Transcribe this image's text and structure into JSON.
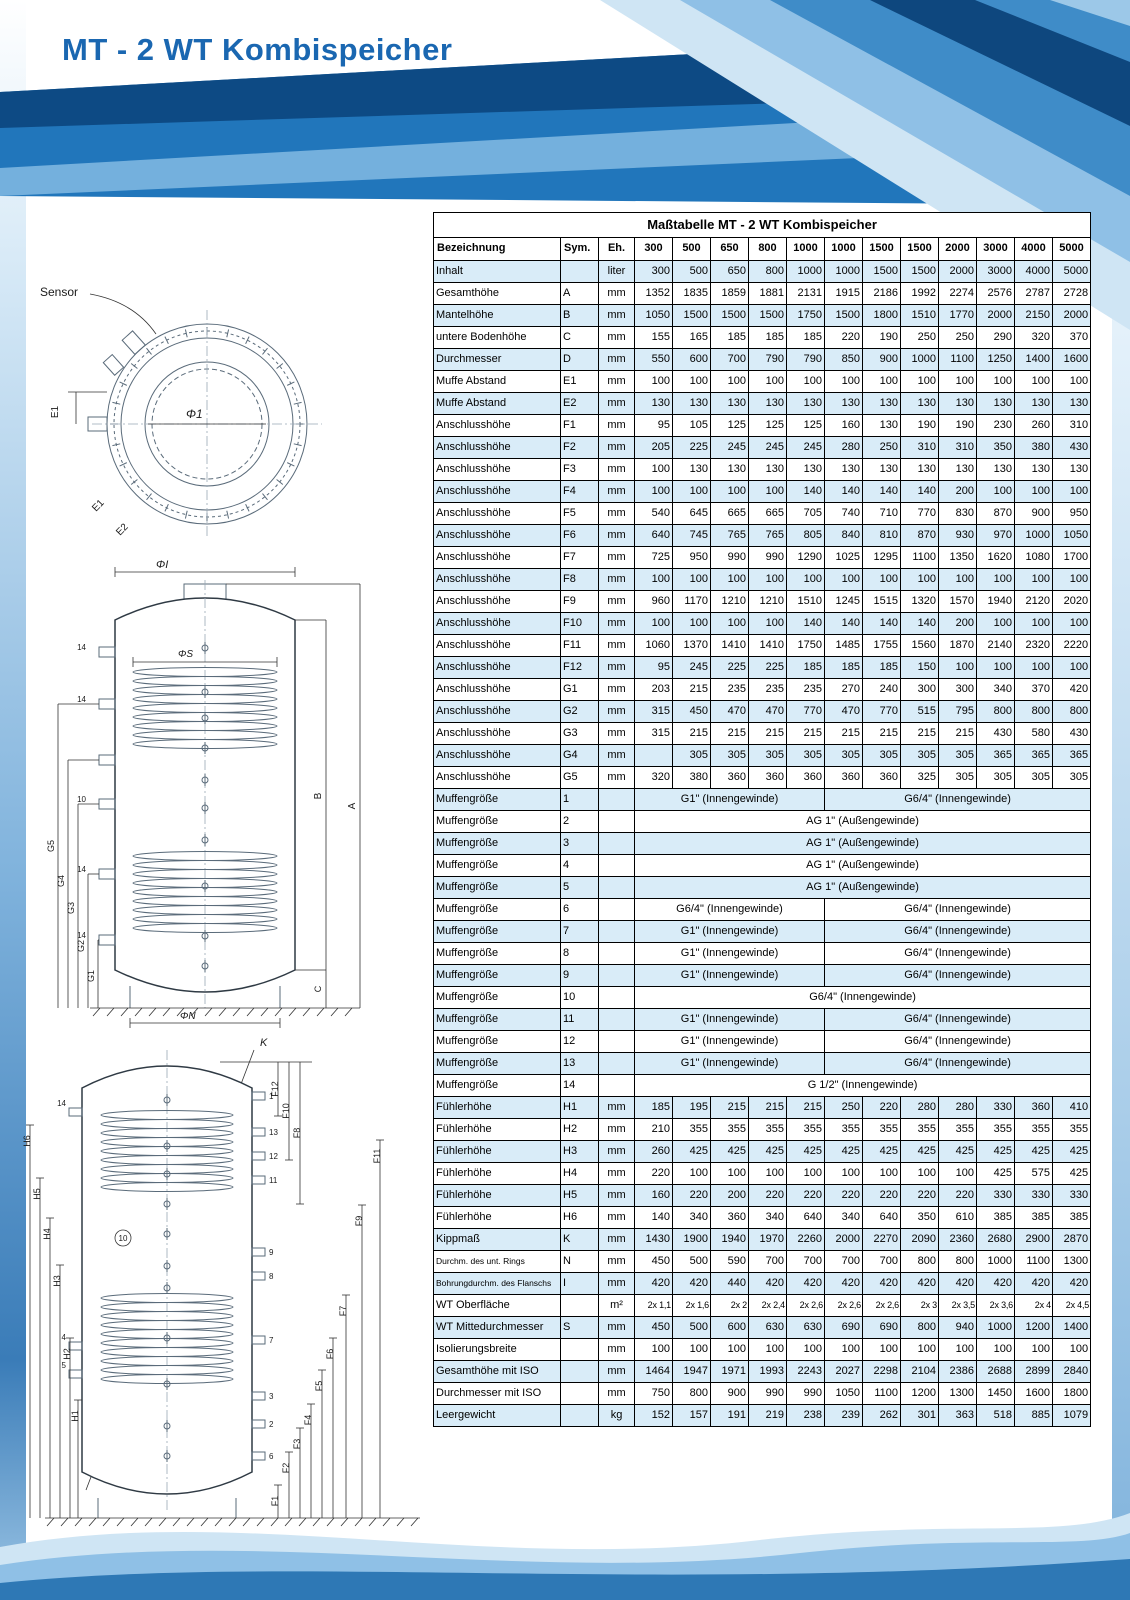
{
  "page": {
    "title": "MT - 2 WT Kombispeicher"
  },
  "table": {
    "title": "Maßtabelle MT - 2 WT Kombispeicher",
    "headers": [
      "Bezeichnung",
      "Sym.",
      "Eh.",
      "300",
      "500",
      "650",
      "800",
      "1000",
      "1000",
      "1500",
      "1500",
      "2000",
      "3000",
      "4000",
      "5000"
    ],
    "rows": [
      {
        "name": "Inhalt",
        "sym": "",
        "unit": "liter",
        "values": [
          "300",
          "500",
          "650",
          "800",
          "1000",
          "1000",
          "1500",
          "1500",
          "2000",
          "3000",
          "4000",
          "5000"
        ]
      },
      {
        "name": "Gesamthöhe",
        "sym": "A",
        "unit": "mm",
        "values": [
          "1352",
          "1835",
          "1859",
          "1881",
          "2131",
          "1915",
          "2186",
          "1992",
          "2274",
          "2576",
          "2787",
          "2728"
        ]
      },
      {
        "name": "Mantelhöhe",
        "sym": "B",
        "unit": "mm",
        "values": [
          "1050",
          "1500",
          "1500",
          "1500",
          "1750",
          "1500",
          "1800",
          "1510",
          "1770",
          "2000",
          "2150",
          "2000"
        ]
      },
      {
        "name": "untere Bodenhöhe",
        "sym": "C",
        "unit": "mm",
        "values": [
          "155",
          "165",
          "185",
          "185",
          "185",
          "220",
          "190",
          "250",
          "250",
          "290",
          "320",
          "370"
        ]
      },
      {
        "name": "Durchmesser",
        "sym": "D",
        "unit": "mm",
        "values": [
          "550",
          "600",
          "700",
          "790",
          "790",
          "850",
          "900",
          "1000",
          "1100",
          "1250",
          "1400",
          "1600"
        ]
      },
      {
        "name": "Muffe Abstand",
        "sym": "E1",
        "unit": "mm",
        "values": [
          "100",
          "100",
          "100",
          "100",
          "100",
          "100",
          "100",
          "100",
          "100",
          "100",
          "100",
          "100"
        ]
      },
      {
        "name": "Muffe Abstand",
        "sym": "E2",
        "unit": "mm",
        "values": [
          "130",
          "130",
          "130",
          "130",
          "130",
          "130",
          "130",
          "130",
          "130",
          "130",
          "130",
          "130"
        ]
      },
      {
        "name": "Anschlusshöhe",
        "sym": "F1",
        "unit": "mm",
        "values": [
          "95",
          "105",
          "125",
          "125",
          "125",
          "160",
          "130",
          "190",
          "190",
          "230",
          "260",
          "310"
        ]
      },
      {
        "name": "Anschlusshöhe",
        "sym": "F2",
        "unit": "mm",
        "values": [
          "205",
          "225",
          "245",
          "245",
          "245",
          "280",
          "250",
          "310",
          "310",
          "350",
          "380",
          "430"
        ]
      },
      {
        "name": "Anschlusshöhe",
        "sym": "F3",
        "unit": "mm",
        "values": [
          "100",
          "130",
          "130",
          "130",
          "130",
          "130",
          "130",
          "130",
          "130",
          "130",
          "130",
          "130"
        ]
      },
      {
        "name": "Anschlusshöhe",
        "sym": "F4",
        "unit": "mm",
        "values": [
          "100",
          "100",
          "100",
          "100",
          "140",
          "140",
          "140",
          "140",
          "200",
          "100",
          "100",
          "100"
        ]
      },
      {
        "name": "Anschlusshöhe",
        "sym": "F5",
        "unit": "mm",
        "values": [
          "540",
          "645",
          "665",
          "665",
          "705",
          "740",
          "710",
          "770",
          "830",
          "870",
          "900",
          "950"
        ]
      },
      {
        "name": "Anschlusshöhe",
        "sym": "F6",
        "unit": "mm",
        "values": [
          "640",
          "745",
          "765",
          "765",
          "805",
          "840",
          "810",
          "870",
          "930",
          "970",
          "1000",
          "1050"
        ]
      },
      {
        "name": "Anschlusshöhe",
        "sym": "F7",
        "unit": "mm",
        "values": [
          "725",
          "950",
          "990",
          "990",
          "1290",
          "1025",
          "1295",
          "1100",
          "1350",
          "1620",
          "1080",
          "1700"
        ]
      },
      {
        "name": "Anschlusshöhe",
        "sym": "F8",
        "unit": "mm",
        "values": [
          "100",
          "100",
          "100",
          "100",
          "100",
          "100",
          "100",
          "100",
          "100",
          "100",
          "100",
          "100"
        ]
      },
      {
        "name": "Anschlusshöhe",
        "sym": "F9",
        "unit": "mm",
        "values": [
          "960",
          "1170",
          "1210",
          "1210",
          "1510",
          "1245",
          "1515",
          "1320",
          "1570",
          "1940",
          "2120",
          "2020"
        ]
      },
      {
        "name": "Anschlusshöhe",
        "sym": "F10",
        "unit": "mm",
        "values": [
          "100",
          "100",
          "100",
          "100",
          "140",
          "140",
          "140",
          "140",
          "200",
          "100",
          "100",
          "100"
        ]
      },
      {
        "name": "Anschlusshöhe",
        "sym": "F11",
        "unit": "mm",
        "values": [
          "1060",
          "1370",
          "1410",
          "1410",
          "1750",
          "1485",
          "1755",
          "1560",
          "1870",
          "2140",
          "2320",
          "2220"
        ]
      },
      {
        "name": "Anschlusshöhe",
        "sym": "F12",
        "unit": "mm",
        "values": [
          "95",
          "245",
          "225",
          "225",
          "185",
          "185",
          "185",
          "150",
          "100",
          "100",
          "100",
          "100"
        ]
      },
      {
        "name": "Anschlusshöhe",
        "sym": "G1",
        "unit": "mm",
        "values": [
          "203",
          "215",
          "235",
          "235",
          "235",
          "270",
          "240",
          "300",
          "300",
          "340",
          "370",
          "420"
        ]
      },
      {
        "name": "Anschlusshöhe",
        "sym": "G2",
        "unit": "mm",
        "values": [
          "315",
          "450",
          "470",
          "470",
          "770",
          "470",
          "770",
          "515",
          "795",
          "800",
          "800",
          "800"
        ]
      },
      {
        "name": "Anschlusshöhe",
        "sym": "G3",
        "unit": "mm",
        "values": [
          "315",
          "215",
          "215",
          "215",
          "215",
          "215",
          "215",
          "215",
          "215",
          "430",
          "580",
          "430"
        ]
      },
      {
        "name": "Anschlusshöhe",
        "sym": "G4",
        "unit": "mm",
        "values": [
          "",
          "305",
          "305",
          "305",
          "305",
          "305",
          "305",
          "305",
          "305",
          "365",
          "365",
          "365"
        ]
      },
      {
        "name": "Anschlusshöhe",
        "sym": "G5",
        "unit": "mm",
        "values": [
          "320",
          "380",
          "360",
          "360",
          "360",
          "360",
          "360",
          "325",
          "305",
          "305",
          "305",
          "305"
        ]
      },
      {
        "name": "Muffengröße",
        "sym": "1",
        "unit": "",
        "spans": [
          {
            "text": "G1\" (Innengewinde)",
            "cols": 5
          },
          {
            "text": "G6/4\" (Innengewinde)",
            "cols": 7
          }
        ]
      },
      {
        "name": "Muffengröße",
        "sym": "2",
        "unit": "",
        "spans": [
          {
            "text": "AG 1\" (Außengewinde)",
            "cols": 12
          }
        ]
      },
      {
        "name": "Muffengröße",
        "sym": "3",
        "unit": "",
        "spans": [
          {
            "text": "AG 1\" (Außengewinde)",
            "cols": 12
          }
        ]
      },
      {
        "name": "Muffengröße",
        "sym": "4",
        "unit": "",
        "spans": [
          {
            "text": "AG 1\" (Außengewinde)",
            "cols": 12
          }
        ]
      },
      {
        "name": "Muffengröße",
        "sym": "5",
        "unit": "",
        "spans": [
          {
            "text": "AG 1\" (Außengewinde)",
            "cols": 12
          }
        ]
      },
      {
        "name": "Muffengröße",
        "sym": "6",
        "unit": "",
        "spans": [
          {
            "text": "G6/4\" (Innengewinde)",
            "cols": 5
          },
          {
            "text": "G6/4\" (Innengewinde)",
            "cols": 7
          }
        ]
      },
      {
        "name": "Muffengröße",
        "sym": "7",
        "unit": "",
        "spans": [
          {
            "text": "G1\" (Innengewinde)",
            "cols": 5
          },
          {
            "text": "G6/4\" (Innengewinde)",
            "cols": 7
          }
        ]
      },
      {
        "name": "Muffengröße",
        "sym": "8",
        "unit": "",
        "spans": [
          {
            "text": "G1\" (Innengewinde)",
            "cols": 5
          },
          {
            "text": "G6/4\" (Innengewinde)",
            "cols": 7
          }
        ]
      },
      {
        "name": "Muffengröße",
        "sym": "9",
        "unit": "",
        "spans": [
          {
            "text": "G1\" (Innengewinde)",
            "cols": 5
          },
          {
            "text": "G6/4\" (Innengewinde)",
            "cols": 7
          }
        ]
      },
      {
        "name": "Muffengröße",
        "sym": "10",
        "unit": "",
        "spans": [
          {
            "text": "G6/4\" (Innengewinde)",
            "cols": 12
          }
        ]
      },
      {
        "name": "Muffengröße",
        "sym": "11",
        "unit": "",
        "spans": [
          {
            "text": "G1\" (Innengewinde)",
            "cols": 5
          },
          {
            "text": "G6/4\" (Innengewinde)",
            "cols": 7
          }
        ]
      },
      {
        "name": "Muffengröße",
        "sym": "12",
        "unit": "",
        "spans": [
          {
            "text": "G1\" (Innengewinde)",
            "cols": 5
          },
          {
            "text": "G6/4\" (Innengewinde)",
            "cols": 7
          }
        ]
      },
      {
        "name": "Muffengröße",
        "sym": "13",
        "unit": "",
        "spans": [
          {
            "text": "G1\" (Innengewinde)",
            "cols": 5
          },
          {
            "text": "G6/4\" (Innengewinde)",
            "cols": 7
          }
        ]
      },
      {
        "name": "Muffengröße",
        "sym": "14",
        "unit": "",
        "spans": [
          {
            "text": "G 1/2\" (Innengewinde)",
            "cols": 12
          }
        ]
      },
      {
        "name": "Fühlerhöhe",
        "sym": "H1",
        "unit": "mm",
        "values": [
          "185",
          "195",
          "215",
          "215",
          "215",
          "250",
          "220",
          "280",
          "280",
          "330",
          "360",
          "410"
        ]
      },
      {
        "name": "Fühlerhöhe",
        "sym": "H2",
        "unit": "mm",
        "values": [
          "210",
          "355",
          "355",
          "355",
          "355",
          "355",
          "355",
          "355",
          "355",
          "355",
          "355",
          "355"
        ]
      },
      {
        "name": "Fühlerhöhe",
        "sym": "H3",
        "unit": "mm",
        "values": [
          "260",
          "425",
          "425",
          "425",
          "425",
          "425",
          "425",
          "425",
          "425",
          "425",
          "425",
          "425"
        ]
      },
      {
        "name": "Fühlerhöhe",
        "sym": "H4",
        "unit": "mm",
        "values": [
          "220",
          "100",
          "100",
          "100",
          "100",
          "100",
          "100",
          "100",
          "100",
          "425",
          "575",
          "425"
        ]
      },
      {
        "name": "Fühlerhöhe",
        "sym": "H5",
        "unit": "mm",
        "values": [
          "160",
          "220",
          "200",
          "220",
          "220",
          "220",
          "220",
          "220",
          "220",
          "330",
          "330",
          "330"
        ]
      },
      {
        "name": "Fühlerhöhe",
        "sym": "H6",
        "unit": "mm",
        "values": [
          "140",
          "340",
          "360",
          "340",
          "640",
          "340",
          "640",
          "350",
          "610",
          "385",
          "385",
          "385"
        ]
      },
      {
        "name": "Kippmaß",
        "sym": "K",
        "unit": "mm",
        "values": [
          "1430",
          "1900",
          "1940",
          "1970",
          "2260",
          "2000",
          "2270",
          "2090",
          "2360",
          "2680",
          "2900",
          "2870"
        ]
      },
      {
        "name": "Durchm. des unt. Rings",
        "sym": "N",
        "unit": "mm",
        "small": true,
        "values": [
          "450",
          "500",
          "590",
          "700",
          "700",
          "700",
          "700",
          "800",
          "800",
          "1000",
          "1100",
          "1300"
        ]
      },
      {
        "name": "Bohrungdurchm. des Flanschs",
        "sym": "I",
        "unit": "mm",
        "small": true,
        "values": [
          "420",
          "420",
          "440",
          "420",
          "420",
          "420",
          "420",
          "420",
          "420",
          "420",
          "420",
          "420"
        ]
      },
      {
        "name": "WT Oberfläche",
        "sym": "",
        "unit": "m²",
        "small_values": true,
        "values": [
          "2x 1,1",
          "2x 1,6",
          "2x 2",
          "2x 2,4",
          "2x 2,6",
          "2x 2,6",
          "2x 2,6",
          "2x 3",
          "2x 3,5",
          "2x 3,6",
          "2x 4",
          "2x 4,5"
        ]
      },
      {
        "name": "WT Mittedurchmesser",
        "sym": "S",
        "unit": "mm",
        "values": [
          "450",
          "500",
          "600",
          "630",
          "630",
          "690",
          "690",
          "800",
          "940",
          "1000",
          "1200",
          "1400"
        ]
      },
      {
        "name": "Isolierungsbreite",
        "sym": "",
        "unit": "mm",
        "values": [
          "100",
          "100",
          "100",
          "100",
          "100",
          "100",
          "100",
          "100",
          "100",
          "100",
          "100",
          "100"
        ]
      },
      {
        "name": "Gesamthöhe mit ISO",
        "sym": "",
        "unit": "mm",
        "values": [
          "1464",
          "1947",
          "1971",
          "1993",
          "2243",
          "2027",
          "2298",
          "2104",
          "2386",
          "2688",
          "2899",
          "2840"
        ]
      },
      {
        "name": "Durchmesser mit ISO",
        "sym": "",
        "unit": "mm",
        "values": [
          "750",
          "800",
          "900",
          "990",
          "990",
          "1050",
          "1100",
          "1200",
          "1300",
          "1450",
          "1600",
          "1800"
        ]
      },
      {
        "name": "Leergewicht",
        "sym": "",
        "unit": "kg",
        "values": [
          "152",
          "157",
          "191",
          "219",
          "238",
          "239",
          "262",
          "301",
          "363",
          "518",
          "885",
          "1079"
        ]
      }
    ]
  },
  "drawings": {
    "top_view": {
      "sensor_label": "Sensor",
      "diameter_label": "Φ1",
      "e1_label": "E1",
      "e2_label": "E2"
    },
    "front_view": {
      "top_diameter_label": "ΦI",
      "coil_diameter_label": "ΦS",
      "bottom_diameter_label": "ΦN",
      "total_height_label": "A",
      "shell_height_label": "B",
      "bottom_height_label": "C",
      "g_labels": [
        "G5",
        "G4",
        "G3",
        "G2",
        "G1"
      ],
      "stub_size_labels": [
        "14",
        "14",
        "10",
        "14",
        "14"
      ]
    },
    "connection_view": {
      "tilt_label": "K",
      "h_labels": [
        "H6",
        "H5",
        "H4",
        "H3",
        "H2",
        "H1"
      ],
      "f_bottom_labels": [
        "F1",
        "F2",
        "F3",
        "F4",
        "F5",
        "F6",
        "F7",
        "F9",
        "F11"
      ],
      "f_top_labels": [
        "F12",
        "F10",
        "F8"
      ],
      "right_numbers": [
        "1",
        "13",
        "12",
        "11",
        "9",
        "8",
        "7",
        "3",
        "2",
        "6"
      ],
      "left_numbers": [
        "14",
        "4",
        "5"
      ],
      "circled_number": "10"
    },
    "colors": {
      "accent_blue": "#1a67b1",
      "band_dark": "#0d4a84",
      "band_mid": "#2176bb",
      "band_light": "#74b0dd",
      "row_shade": "#d9ecf8"
    }
  }
}
